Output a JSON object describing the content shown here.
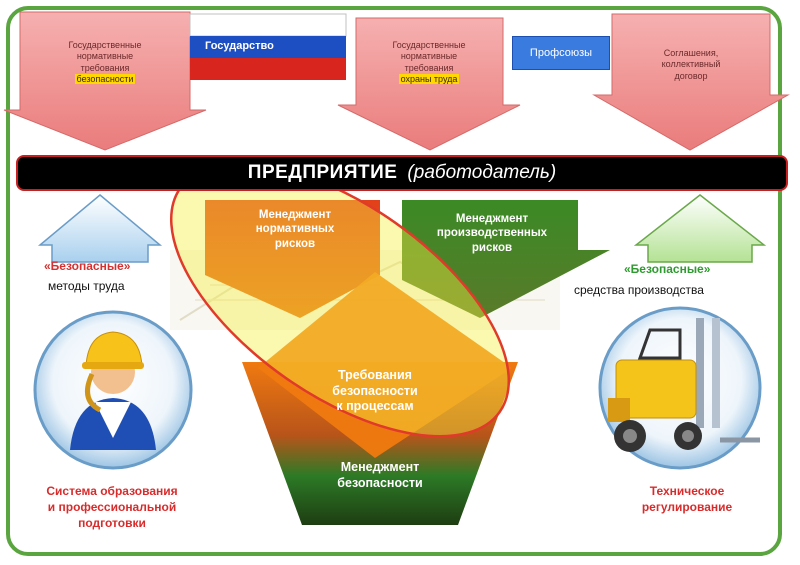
{
  "top_arrows": [
    {
      "lines": [
        "Государственные",
        "нормативные",
        "требования"
      ],
      "highlight": "безопасности"
    },
    {
      "lines": [
        "Государственные",
        "нормативные",
        "требования"
      ],
      "highlight": "охраны труда"
    },
    {
      "lines": [
        "Соглашения,",
        "коллективный",
        "договор"
      ],
      "highlight": ""
    }
  ],
  "state_label": "Государство",
  "trade_union_label": "Профсоюзы",
  "banner": {
    "main": "ПРЕДПРИЯТИЕ",
    "sub": "(работодатель)"
  },
  "management_boxes": [
    {
      "lines": [
        "Менеджмент",
        "нормативных",
        "рисков"
      ]
    },
    {
      "lines": [
        "Менеджмент",
        "производственных",
        "рисков"
      ]
    }
  ],
  "left_side": {
    "badge": "«Безопасные»",
    "caption": "методы труда",
    "footer": [
      "Система образования",
      "и профессиональной",
      "подготовки"
    ]
  },
  "right_side": {
    "badge": "«Безопасные»",
    "caption": "средства производства",
    "footer": [
      "Техническое",
      "регулирование"
    ]
  },
  "central": {
    "diamond": [
      "Требования",
      "безопасности",
      "к процессам"
    ],
    "bottom": [
      "Менеджмент",
      "безопасности"
    ]
  },
  "colors": {
    "frame": "#5aa53f",
    "banner_bg": "#000000",
    "banner_border": "#c82020",
    "top_arrow": "#f08e8e",
    "highlight": "#ffd800",
    "orange": "#f07a10",
    "green_box": "#4a8a2a",
    "blue_arrow": "#b8d8f0",
    "green_arrow": "#c0e8a8",
    "red_text": "#d82c2c"
  }
}
